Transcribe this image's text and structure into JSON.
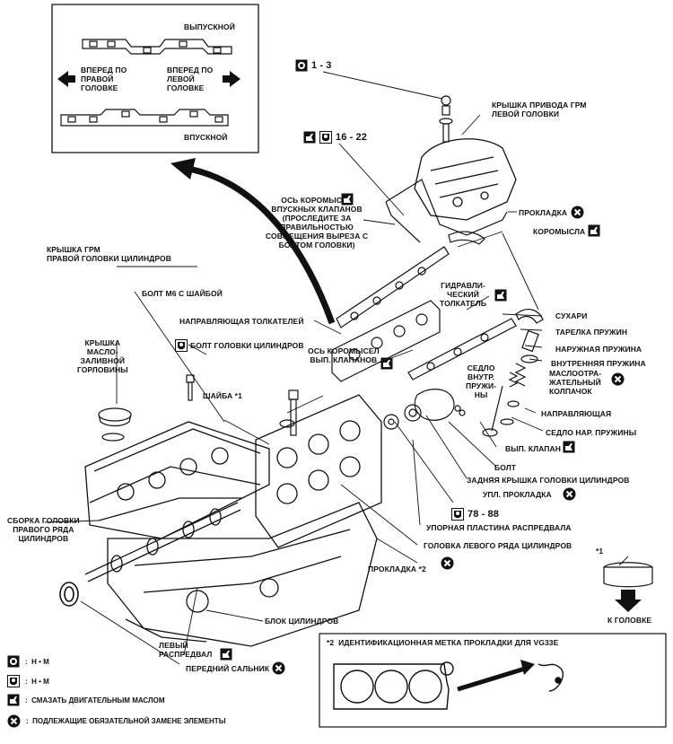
{
  "inset": {
    "exhaust": "ВЫПУСКНОЙ",
    "intake": "ВПУСКНОЙ",
    "forward_right": "ВПЕРЕД ПО\nПРАВОЙ\nГОЛОВКЕ",
    "forward_left": "ВПЕРЕД ПО\nЛЕВОЙ\nГОЛОВКЕ"
  },
  "torques": {
    "t1": "1 - 3",
    "t2": "16 - 22",
    "t3": "78 - 88"
  },
  "labels": {
    "left_timing_cover": "КРЫШКА ПРИВОДА ГРМ\nЛЕВОЙ ГОЛОВКИ",
    "gasket_top": "ПРОКЛАДКА",
    "rockers": "КОРОМЫСЛА",
    "intake_rocker_shaft": "ОСЬ КОРОМЫСЕЛ\nВПУСКНЫХ КЛАПАНОВ\n(ПРОСЛЕДИТЕ ЗА\nПРАВИЛЬНОСТЬЮ\nСОВМЕЩЕНИЯ ВЫРЕЗА С\nБОЛТОМ ГОЛОВКИ)",
    "right_timing_cover": "КРЫШКА ГРМ\nПРАВОЙ ГОЛОВКИ ЦИЛИНДРОВ",
    "bolt_m6": "БОЛТ М6 С ШАЙБОЙ",
    "hydraulic_lifter": "ГИДРАВЛИ-\nЧЕСКИЙ\nТОЛКАТЕЛЬ",
    "keepers": "СУХАРИ",
    "spring_retainer": "ТАРЕЛКА ПРУЖИН",
    "outer_spring": "НАРУЖНАЯ ПРУЖИНА",
    "inner_spring": "ВНУТРЕННЯЯ ПРУЖИНА",
    "oil_seal_cap": "МАСЛООТРА-\nЖАТЕЛЬНЫЙ\nКОЛПАЧОК",
    "lifter_guide": "НАПРАВЛЯЮЩАЯ ТОЛКАТЕЛЕЙ",
    "head_bolt": "БОЛТ ГОЛОВКИ ЦИЛИНДРОВ",
    "oil_filler_cap": "КРЫШКА\nМАСЛО-\nЗАЛИВНОЙ\nГОРЛОВИНЫ",
    "exhaust_rocker_shaft": "ОСЬ КОРОМЫСЕЛ\nВЫП. КЛАПАНОВ",
    "inner_spring_seat": "СЕДЛО\nВНУТР.\nПРУЖИ-\nНЫ",
    "valve_guide": "НАПРАВЛЯЮЩАЯ",
    "washer": "ШАЙБА *1",
    "outer_spring_seat": "СЕДЛО НАР. ПРУЖИНЫ",
    "exhaust_valve": "ВЫП. КЛАПАН",
    "bolt": "БОЛТ",
    "rear_head_cover": "ЗАДНЯЯ КРЫШКА ГОЛОВКИ ЦИЛИНДРОВ",
    "seal_gasket": "УПЛ. ПРОКЛАДКА",
    "right_head_assembly": "СБОРКА ГОЛОВКИ\nПРАВОГО РЯДА\nЦИЛИНДРОВ",
    "thrust_plate": "УПОРНАЯ ПЛАСТИНА РАСПРЕДВАЛА",
    "left_head": "ГОЛОВКА ЛЕВОГО РЯДА ЦИЛИНДРОВ",
    "gasket2": "ПРОКЛАДКА *2",
    "block": "БЛОК ЦИЛИНДРОВ",
    "left_camshaft": "ЛЕВЫЙ\nРАСПРЕДВАЛ",
    "front_seal": "ПЕРЕДНИЙ САЛЬНИК",
    "to_head_note_mark": "*1",
    "to_head": "К ГОЛОВКЕ",
    "gasket_id_note": "*2  ИДЕНТИФИКАЦИОННАЯ МЕТКА ПРОКЛАДКИ ДЛЯ VG33E"
  },
  "legend": {
    "nm1": ":  Н • М",
    "nm2": ":  Н • М",
    "oil": ":  СМАЗАТЬ ДВИГАТЕЛЬНЫМ МАСЛОМ",
    "replace": ":  ПОДЛЕЖАЩИЕ ОБЯЗАТЕЛЬНОЙ ЗАМЕНЕ ЭЛЕМЕНТЫ"
  }
}
